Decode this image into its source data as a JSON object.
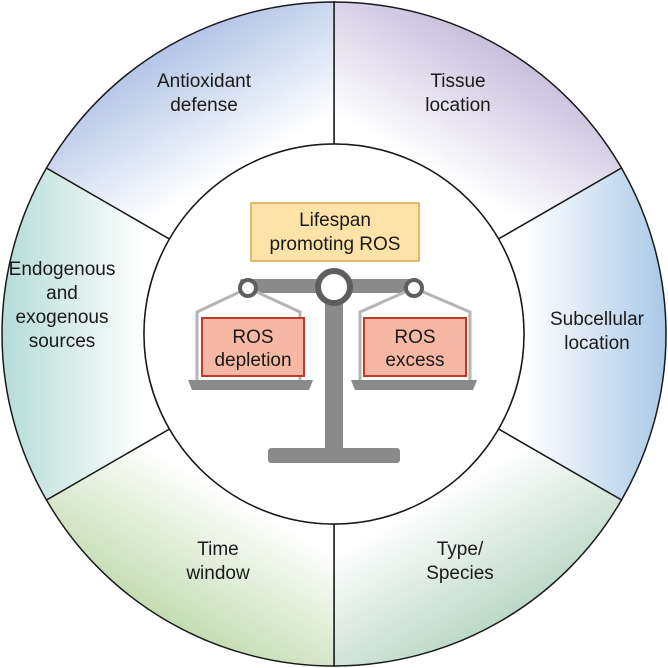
{
  "wheel": {
    "segments": [
      {
        "id": "tissue",
        "lines": [
          "Tissue",
          "location"
        ],
        "color": "#c9bfdc"
      },
      {
        "id": "subcellular",
        "lines": [
          "Subcellular",
          "location"
        ],
        "color": "#a9c9e8"
      },
      {
        "id": "type",
        "lines": [
          "Type/",
          "Species"
        ],
        "color": "#bcd8c8"
      },
      {
        "id": "time",
        "lines": [
          "Time",
          "window"
        ],
        "color": "#c4dcb2"
      },
      {
        "id": "sources",
        "lines": [
          "Endogenous",
          "and",
          "exogenous",
          "sources"
        ],
        "color": "#b4dcd6"
      },
      {
        "id": "antioxidant",
        "lines": [
          "Antioxidant",
          "defense"
        ],
        "color": "#b3c4e6"
      }
    ]
  },
  "scale": {
    "top_box": {
      "lines": [
        "Lifespan",
        "promoting ROS"
      ],
      "fill": "#fde3a8",
      "stroke": "#d9a94a"
    },
    "left_pan": {
      "lines": [
        "ROS",
        "depletion"
      ],
      "fill": "#f7b7a5",
      "stroke": "#c0392b"
    },
    "right_pan": {
      "lines": [
        "ROS",
        "excess"
      ],
      "fill": "#f7b7a5",
      "stroke": "#c0392b"
    },
    "metal_color": "#8a8a8a"
  }
}
